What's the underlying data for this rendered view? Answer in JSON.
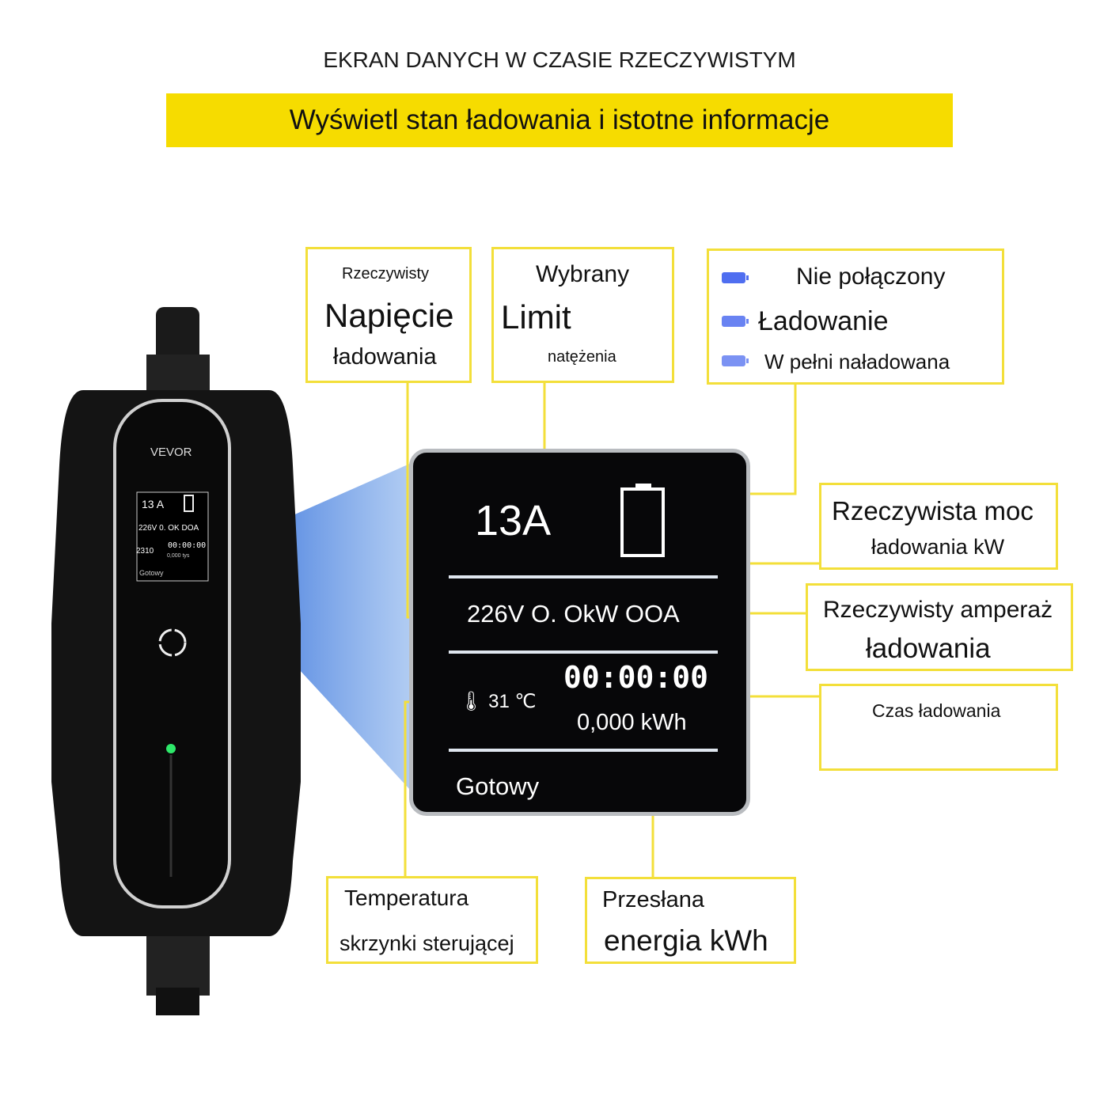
{
  "header": {
    "title": "EKRAN DANYCH W CZASIE RZECZYWISTYM",
    "banner": "Wyświetl stan ładowania i istotne informacje"
  },
  "callouts": {
    "voltage": {
      "l1": "Rzeczywisty",
      "l2": "Napięcie",
      "l3": "ładowania"
    },
    "limit": {
      "l1": "Wybrany",
      "l2": "Limit",
      "l3": "natężenia"
    },
    "status": {
      "s1": "Nie połączony",
      "s2": "Ładowanie",
      "s3": "W pełni naładowana"
    },
    "power": {
      "l1": "Rzeczywista moc",
      "l2": "ładowania kW"
    },
    "amperage": {
      "l1": "Rzeczywisty amperaż",
      "l2": "ładowania"
    },
    "time": {
      "l1": "Czas ładowania"
    },
    "temperature": {
      "l1": "Temperatura",
      "l2": "skrzynki sterującej"
    },
    "energy": {
      "l1": "Przesłana",
      "l2": "energia kWh"
    }
  },
  "screen": {
    "current": "13A",
    "readings": "226V O. OkW OOA",
    "temp": "31 ℃",
    "timer": "00:00:00",
    "energy": "0,000 kWh",
    "status": "Gotowy"
  },
  "device": {
    "brand": "VEVOR",
    "current": "13 A",
    "readings": "226V 0. OK DOA",
    "left": "2310",
    "timer": "00:00:00",
    "energy": "0,000 tys",
    "status": "Gotowy"
  },
  "colors": {
    "yellow": "#f6dc00",
    "border": "#f3df3a",
    "battery": "#4f6ef0",
    "led": "#2ee86a"
  }
}
